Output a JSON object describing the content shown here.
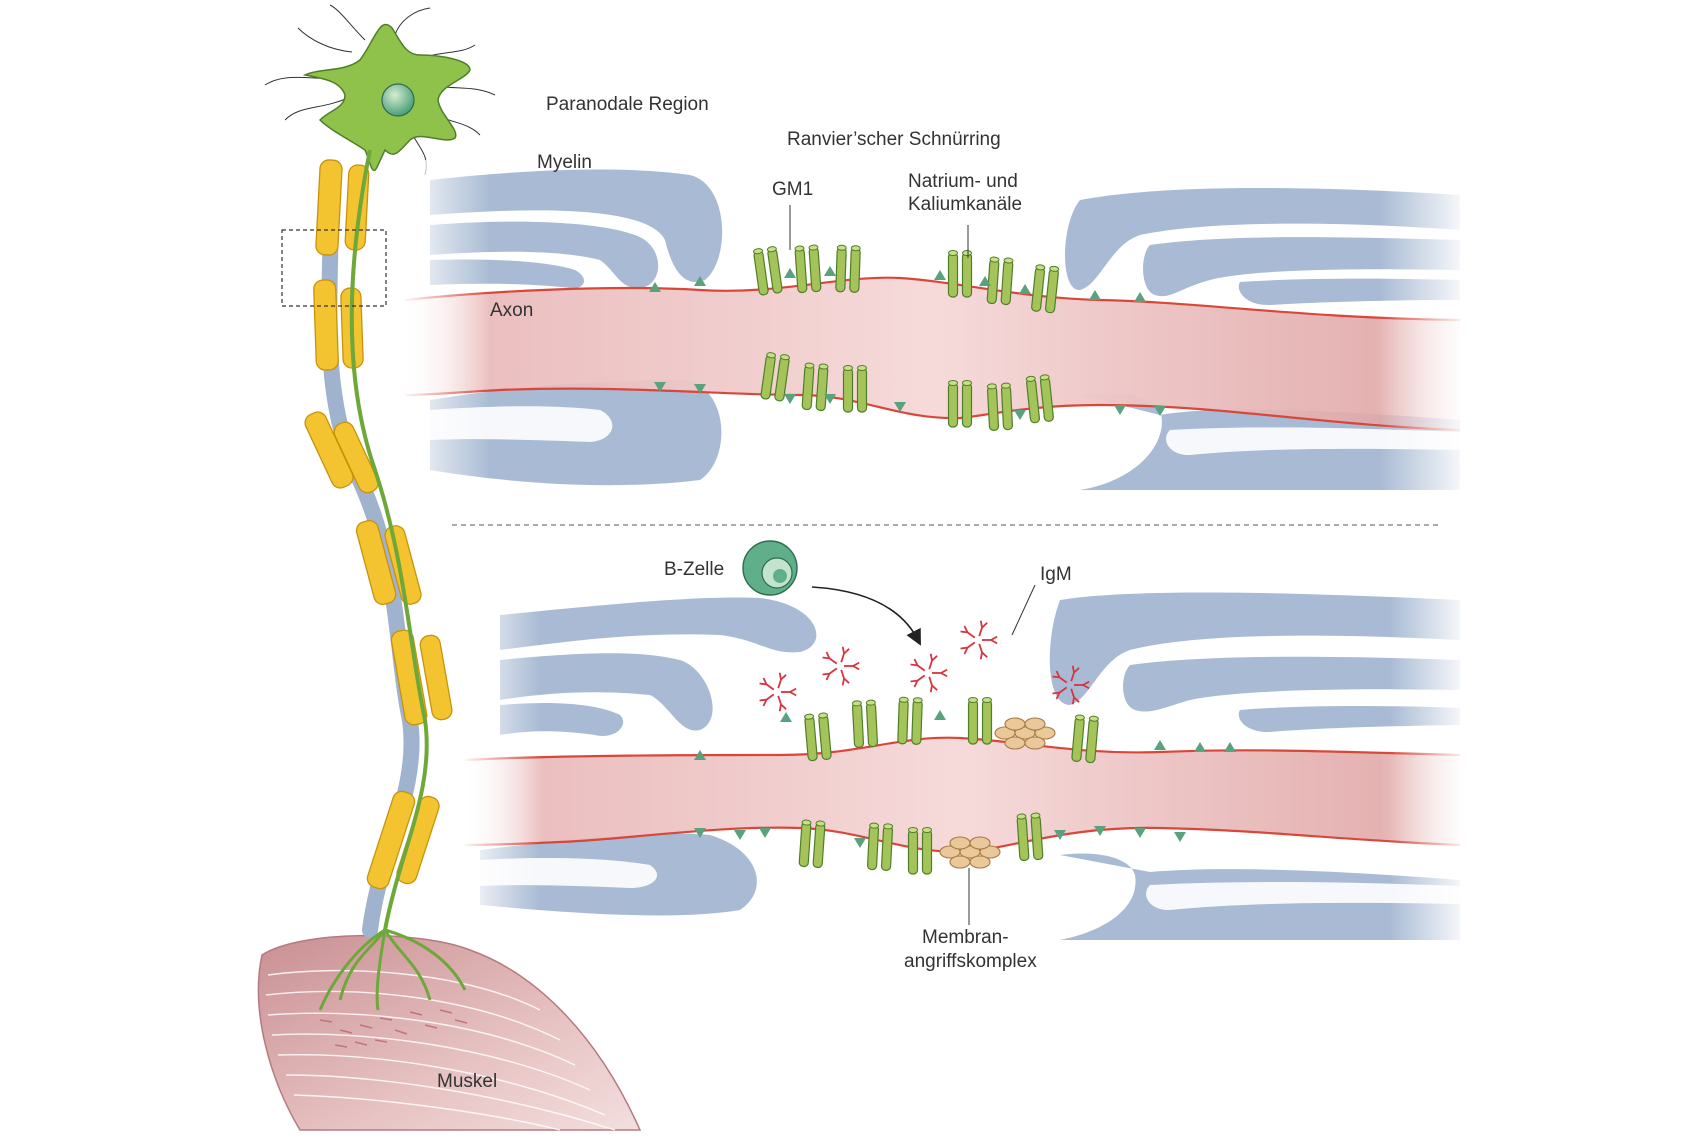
{
  "labels": {
    "paranodal": "Paranodale Region",
    "ranvier": "Ranvier’scher Schnürring",
    "myelin": "Myelin",
    "gm1": "GM1",
    "channels_line1": "Natrium- und",
    "channels_line2": "Kaliumkanäle",
    "axon": "Axon",
    "bcell": "B-Zelle",
    "igm": "IgM",
    "mac_line1": "Membran-",
    "mac_line2": "angriffskomplex",
    "muscle": "Muskel"
  },
  "colors": {
    "neuron_green": "#8fc24a",
    "neuron_outline": "#4f7e2b",
    "myelin_yellow": "#f4c430",
    "myelin_outline": "#c8930c",
    "sheath_blue": "#9fb3cf",
    "axon_pink": "#e9b8b8",
    "membrane_red": "#d9473a",
    "channel_green": "#a4c45a",
    "gm1_teal": "#5aa17e",
    "igm_red": "#d8343f",
    "mac_tan": "#eac89a",
    "bcell_green": "#5fb08a",
    "muscle_pink": "#d8a9ab"
  },
  "icons": [
    "neuron-soma-icon",
    "b-cell-icon",
    "igm-antibody-icon",
    "membrane-attack-complex-icon",
    "ion-channel-icon",
    "gm1-ganglioside-icon"
  ]
}
